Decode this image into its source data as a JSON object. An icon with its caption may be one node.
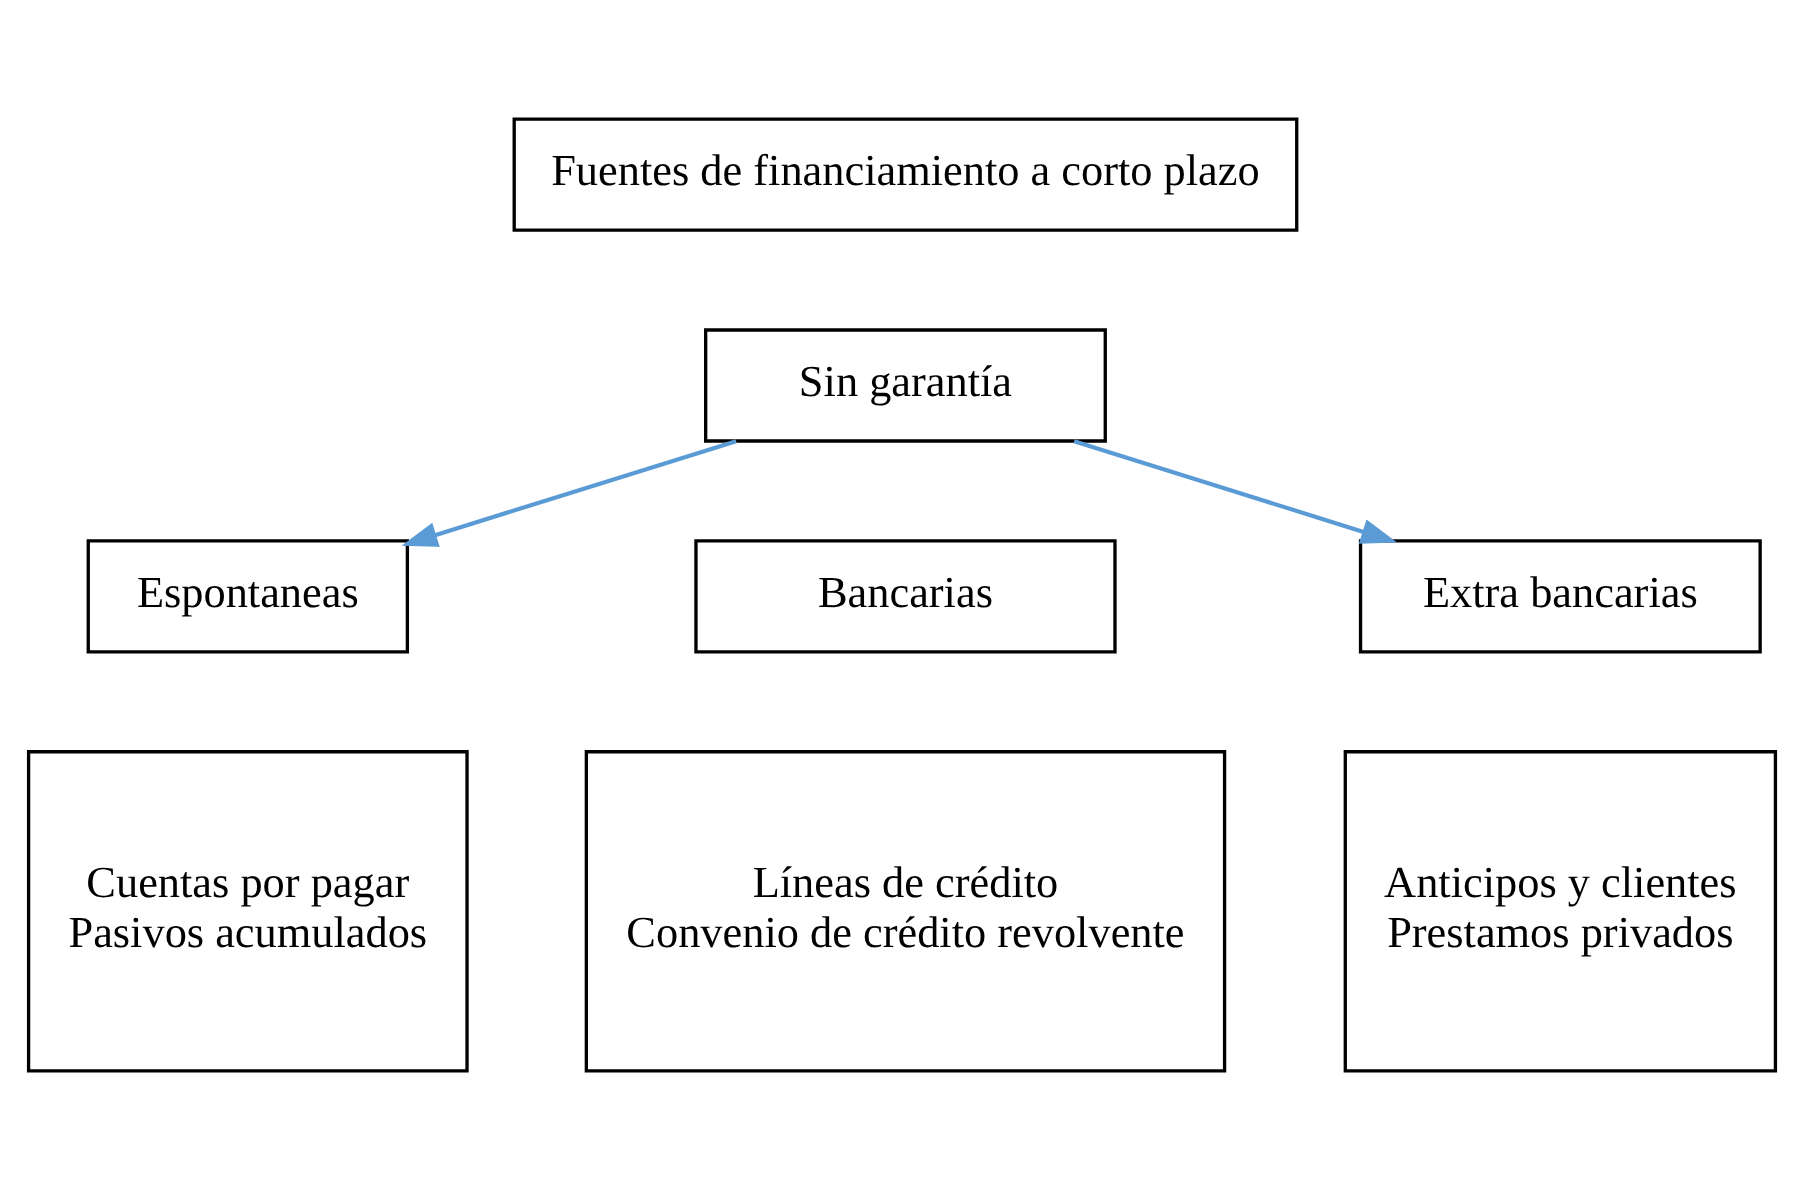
{
  "diagram": {
    "nodes": [
      {
        "text": [
          "Fuentes de financiamiento a corto plazo"
        ]
      },
      {
        "text": [
          "Sin garantía"
        ]
      },
      {
        "text": [
          "Espontaneas"
        ]
      },
      {
        "text": [
          "Cuentas por pagar",
          "Pasivos acumulados"
        ]
      },
      {
        "text": [
          "Bancarias"
        ]
      },
      {
        "text": [
          "Líneas de crédito",
          "Convenio de crédito revolvente"
        ]
      },
      {
        "text": [
          "Extra bancarias"
        ]
      },
      {
        "text": [
          "Anticipos y clientes",
          "Prestamos privados"
        ]
      }
    ],
    "edges": [
      {
        "from": 1,
        "to": 2,
        "arrow": "to"
      },
      {
        "from": 1,
        "to": 6,
        "arrow": "to"
      }
    ]
  }
}
